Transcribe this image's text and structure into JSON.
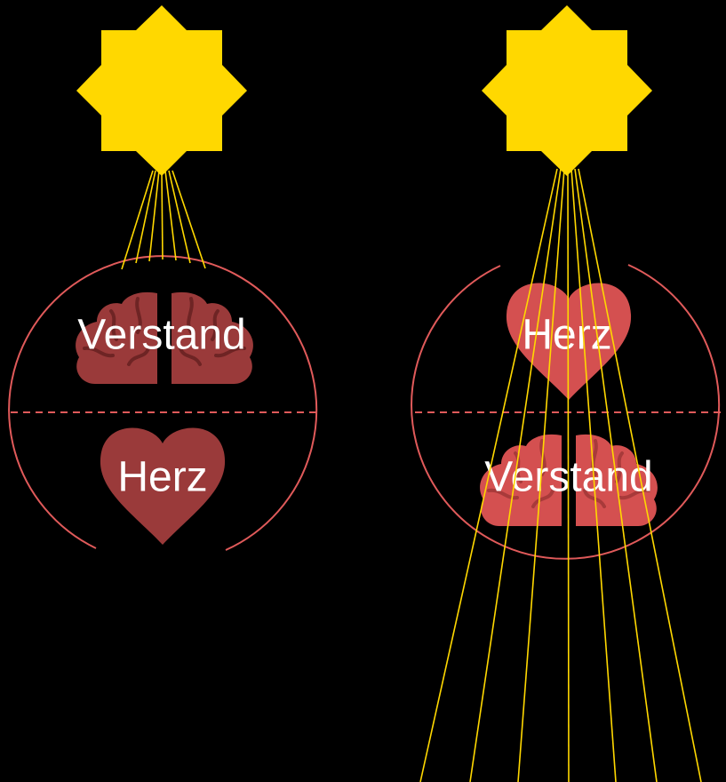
{
  "colors": {
    "background": "#000000",
    "sun": "#FFD800",
    "ray": "#FFD800",
    "circle_outline": "#E05A5A",
    "left_shape_fill": "#9A3A3A",
    "right_shape_fill": "#D45050",
    "label_text": "#ffffff"
  },
  "left_panel": {
    "top_label": "Verstand",
    "top_icon": "brain-icon",
    "bottom_label": "Herz",
    "bottom_icon": "heart-icon",
    "rays": 7,
    "rays_pass_through": false
  },
  "right_panel": {
    "top_label": "Herz",
    "top_icon": "heart-icon",
    "bottom_label": "Verstand",
    "bottom_icon": "brain-icon",
    "rays": 7,
    "rays_pass_through": true
  }
}
